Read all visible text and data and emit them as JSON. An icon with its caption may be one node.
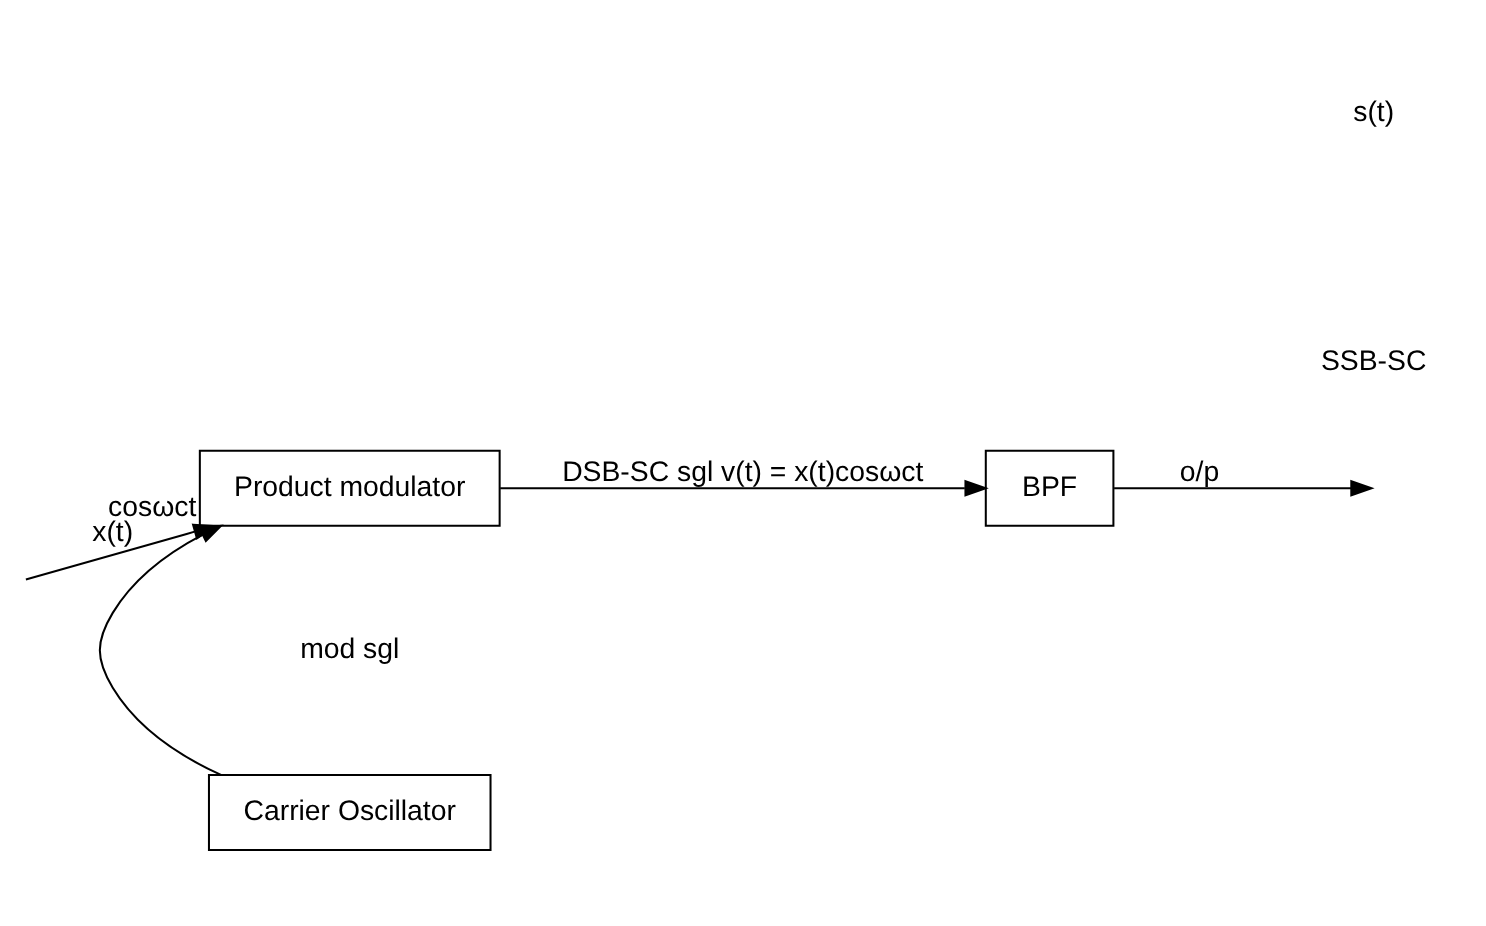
{
  "diagram": {
    "nodes": [
      {
        "text": [
          "Product modulator"
        ]
      },
      {
        "text": [
          "BPF"
        ]
      },
      {
        "text": [
          "Carrier Oscillator"
        ]
      }
    ],
    "edges": [
      {
        "from": null,
        "to": 0,
        "arrow": "to",
        "label": "x(t)"
      },
      {
        "from": 0,
        "to": 1,
        "arrow": "to",
        "label": "DSB-SC sgl v(t) = x(t)cosωct"
      },
      {
        "from": 1,
        "to": null,
        "arrow": "to",
        "label": "o/p"
      },
      {
        "from": 2,
        "to": 0,
        "arrow": "to",
        "label": "cosωct"
      }
    ],
    "labels": [
      "mod sgl",
      "s(t)",
      "SSB-SC"
    ]
  }
}
